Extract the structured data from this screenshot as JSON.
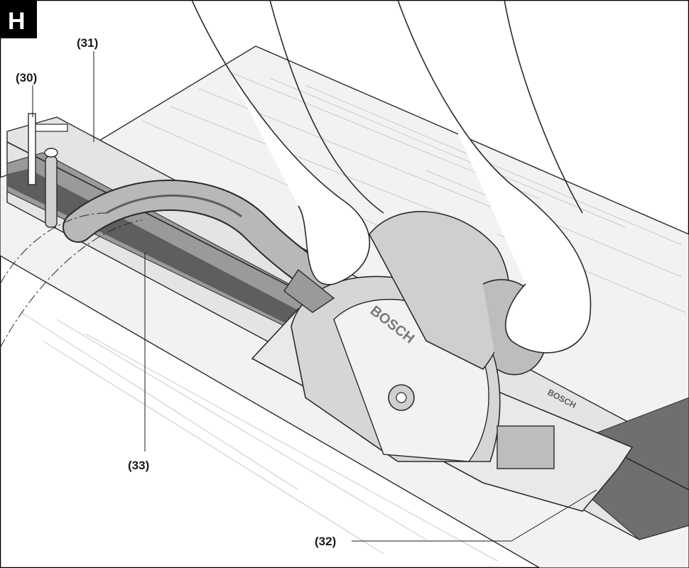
{
  "figure": {
    "badge": "H",
    "callouts": [
      {
        "id": "30",
        "text": "(30)"
      },
      {
        "id": "31",
        "text": "(31)"
      },
      {
        "id": "33",
        "text": "(33)"
      },
      {
        "id": "32",
        "text": "(32)"
      }
    ],
    "brand_marks": [
      "BOSCH",
      "BOSCH"
    ]
  },
  "colors": {
    "frame": "#000000",
    "badge_bg": "#000000",
    "wood": "#f2f2f2",
    "rail": "#9a9a9a",
    "rail_dark": "#5e5e5e",
    "saw_body": "#d6d6d6",
    "hose": "#b8b8b8"
  }
}
